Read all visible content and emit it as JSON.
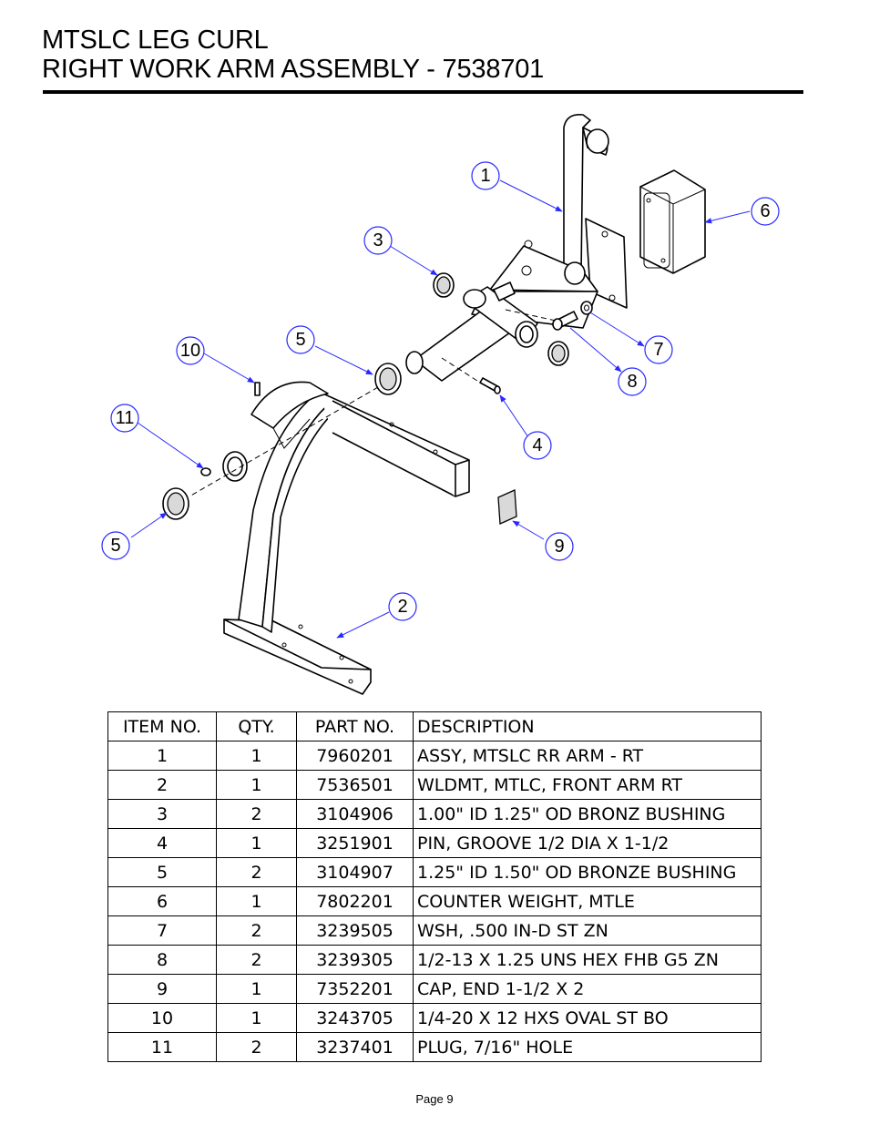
{
  "title": {
    "line1": "MTSLC LEG CURL",
    "line2": "RIGHT WORK ARM ASSEMBLY - 7538701"
  },
  "callouts": [
    "1",
    "2",
    "3",
    "4",
    "5",
    "6",
    "7",
    "8",
    "9",
    "10",
    "11",
    "5"
  ],
  "bom": {
    "headers": {
      "item": "ITEM NO.",
      "qty": "QTY.",
      "part": "PART NO.",
      "description": "DESCRIPTION"
    },
    "rows": [
      {
        "item": "1",
        "qty": "1",
        "part": "7960201",
        "description": "ASSY, MTSLC RR ARM - RT"
      },
      {
        "item": "2",
        "qty": "1",
        "part": "7536501",
        "description": "WLDMT, MTLC, FRONT ARM RT"
      },
      {
        "item": "3",
        "qty": "2",
        "part": "3104906",
        "description": "1.00\" ID 1.25\" OD BRONZ BUSHING"
      },
      {
        "item": "4",
        "qty": "1",
        "part": "3251901",
        "description": "PIN, GROOVE 1/2 DIA X 1-1/2"
      },
      {
        "item": "5",
        "qty": "2",
        "part": "3104907",
        "description": "1.25\" ID 1.50\" OD BRONZE BUSHING"
      },
      {
        "item": "6",
        "qty": "1",
        "part": "7802201",
        "description": "COUNTER WEIGHT, MTLE"
      },
      {
        "item": "7",
        "qty": "2",
        "part": "3239505",
        "description": "WSH,  .500 IN-D ST ZN"
      },
      {
        "item": "8",
        "qty": "2",
        "part": "3239305",
        "description": "1/2-13 X 1.25 UNS HEX FHB G5 ZN"
      },
      {
        "item": "9",
        "qty": "1",
        "part": "7352201",
        "description": "CAP, END 1-1/2 X 2"
      },
      {
        "item": "10",
        "qty": "1",
        "part": "3243705",
        "description": "1/4-20 X 12 HXS OVAL ST BO"
      },
      {
        "item": "11",
        "qty": "2",
        "part": "3237401",
        "description": "PLUG, 7/16\" HOLE"
      }
    ]
  },
  "footer": {
    "page": "Page 9"
  }
}
